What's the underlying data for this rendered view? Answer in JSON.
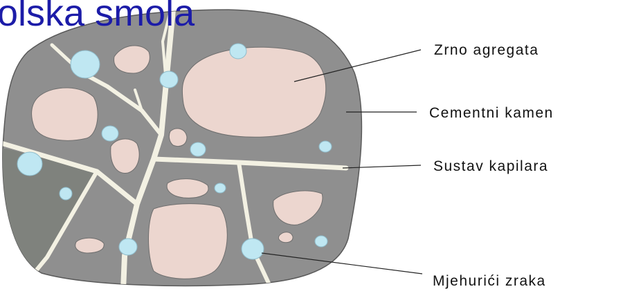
{
  "title": "olska smola",
  "labels": {
    "aggregate": "Zrno agregata",
    "cement_stone": "Cementni kamen",
    "capillary_system": "Sustav kapilara",
    "air_bubbles": "Mjehurići zraka"
  },
  "colors": {
    "cement": "#8f8f8f",
    "aggregate": "#ecd6cf",
    "capillary": "#f3f1e3",
    "bubble": "#bfe7f2",
    "dark_region": "#7f827d",
    "title": "#1c1ca8"
  }
}
